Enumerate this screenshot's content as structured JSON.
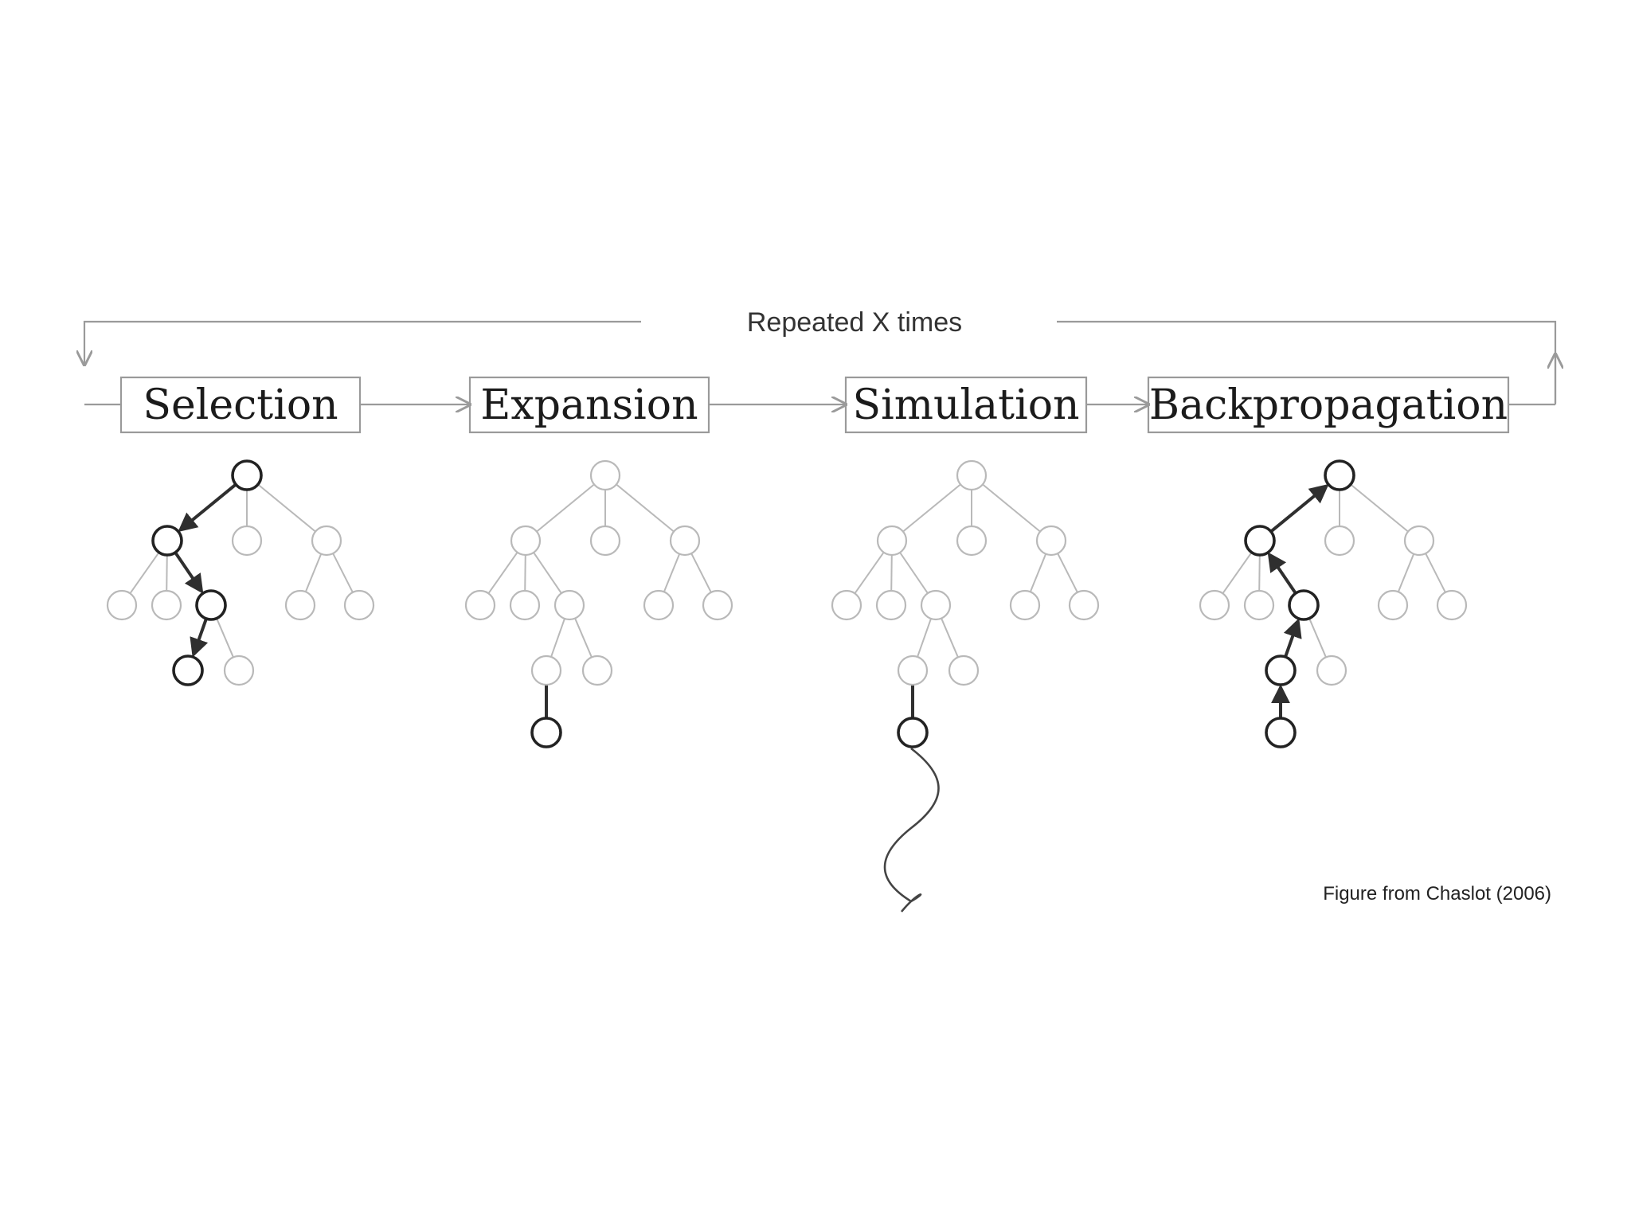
{
  "diagram": {
    "loop_label": "Repeated X times",
    "phases": [
      {
        "id": "selection",
        "label": "Selection"
      },
      {
        "id": "expansion",
        "label": "Expansion"
      },
      {
        "id": "simulation",
        "label": "Simulation"
      },
      {
        "id": "backpropagation",
        "label": "Backpropagation"
      }
    ],
    "credit": "Figure from Chaslot (2006)"
  },
  "colors": {
    "box_border": "#9a9a9a",
    "light_stroke": "#b9b9b9",
    "dark_stroke": "#222222",
    "text": "#1b1b1b"
  }
}
